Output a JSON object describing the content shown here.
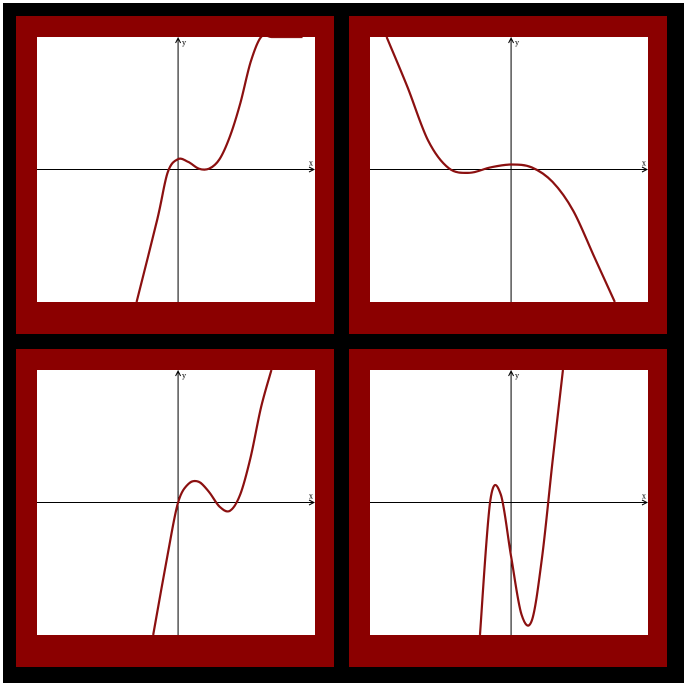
{
  "colors": {
    "frame": "#000000",
    "panel": "#8b0000",
    "plot_bg": "#ffffff",
    "curve": "#8b1010",
    "axis": "#000000"
  },
  "chart_data": [
    {
      "type": "line",
      "xlabel": "x",
      "ylabel": "y",
      "xlim": [
        -3.4,
        3.3
      ],
      "ylim": [
        -3.2,
        3.2
      ],
      "grid": false,
      "series": [
        {
          "x": [
            -1.0,
            -0.5,
            -0.25,
            0.0,
            0.25,
            0.5,
            0.75,
            1.0,
            1.25,
            1.5,
            1.75,
            2.0,
            2.25,
            2.5,
            2.75,
            3.0
          ],
          "y": [
            -3.2,
            -1.2,
            -0.07,
            0.25,
            0.18,
            0.02,
            0.02,
            0.25,
            0.8,
            1.6,
            2.6,
            3.2,
            3.2,
            3.2,
            3.2,
            3.2
          ]
        }
      ]
    },
    {
      "type": "line",
      "xlabel": "x",
      "ylabel": "y",
      "xlim": [
        -3.4,
        3.3
      ],
      "ylim": [
        -3.2,
        3.2
      ],
      "grid": false,
      "series": [
        {
          "x": [
            -3.0,
            -2.5,
            -2.0,
            -1.5,
            -1.0,
            -0.5,
            0.0,
            0.5,
            1.0,
            1.5,
            2.0,
            2.5
          ],
          "y": [
            3.2,
            2.0,
            0.7,
            0.03,
            -0.08,
            0.05,
            0.12,
            0.05,
            -0.3,
            -1.0,
            -2.1,
            -3.2
          ]
        }
      ]
    },
    {
      "type": "line",
      "xlabel": "x",
      "ylabel": "y",
      "xlim": [
        -3.4,
        3.3
      ],
      "ylim": [
        -3.2,
        3.2
      ],
      "grid": false,
      "series": [
        {
          "x": [
            -0.6,
            -0.25,
            0.0,
            0.25,
            0.5,
            0.75,
            1.0,
            1.25,
            1.5,
            1.75,
            2.0,
            2.25
          ],
          "y": [
            -3.2,
            -1.25,
            0.0,
            0.45,
            0.5,
            0.25,
            -0.1,
            -0.2,
            0.2,
            1.1,
            2.3,
            3.2
          ]
        }
      ]
    },
    {
      "type": "line",
      "xlabel": "x",
      "ylabel": "y",
      "xlim": [
        -3.4,
        3.3
      ],
      "ylim": [
        -3.2,
        3.2
      ],
      "grid": false,
      "series": [
        {
          "x": [
            -0.75,
            -0.5,
            -0.25,
            0.0,
            0.25,
            0.5,
            0.75,
            1.0,
            1.25
          ],
          "y": [
            -3.2,
            0.05,
            0.2,
            -1.3,
            -2.7,
            -2.85,
            -1.3,
            1.0,
            3.2
          ]
        }
      ]
    }
  ]
}
